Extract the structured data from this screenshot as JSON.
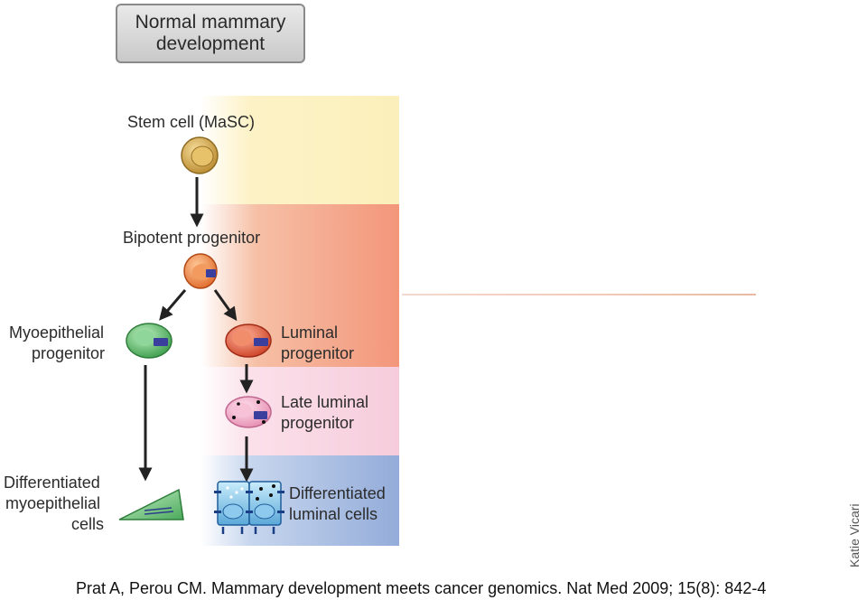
{
  "title": {
    "line1": "Normal mammary",
    "line2": "development"
  },
  "labels": {
    "stem_cell": "Stem cell (MaSC)",
    "bipotent": "Bipotent progenitor",
    "myo_progenitor_1": "Myoepithelial",
    "myo_progenitor_2": "progenitor",
    "luminal_progenitor_1": "Luminal",
    "luminal_progenitor_2": "progenitor",
    "late_luminal_1": "Late luminal",
    "late_luminal_2": "progenitor",
    "diff_myo_1": "Differentiated",
    "diff_myo_2": "myoepithelial",
    "diff_myo_3": "cells",
    "diff_luminal_1": "Differentiated",
    "diff_luminal_2": "luminal cells"
  },
  "credit": "Katie Vicari",
  "citation": "Prat A, Perou CM. Mammary development meets cancer genomics. Nat Med 2009; 15(8): 842-4",
  "colors": {
    "stem_band": "#fbf0bb",
    "progenitor_band": "#f3967a",
    "late_band": "#f6ccdb",
    "differentiated_band": "#93acd9",
    "stem_cell": "#d9a54a",
    "bipotent_cell": "#f08040",
    "myo_cell": "#5bbf6a",
    "luminal_cell": "#e2553a",
    "late_cell": "#f2a6c4",
    "diff_luminal_cell": "#6fb6e4"
  }
}
